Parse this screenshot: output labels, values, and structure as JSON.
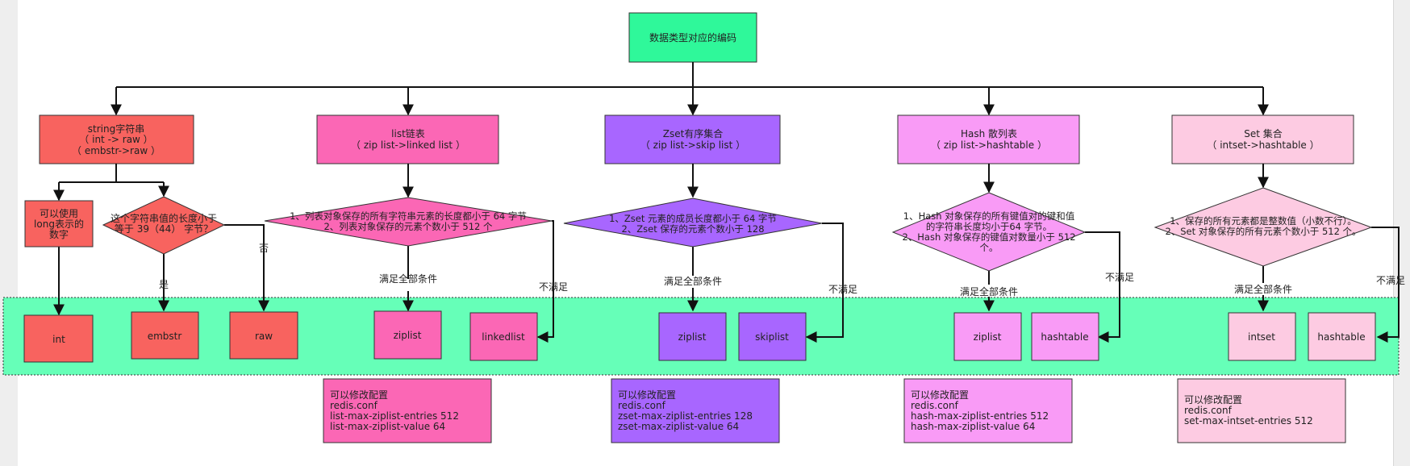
{
  "root": {
    "label": "数据类型对应的编码"
  },
  "types": [
    {
      "id": "string",
      "line1": "string字符串",
      "line2": "（ int -> raw ）",
      "line3": "（ embstr->raw ）",
      "color": "#f8635f"
    },
    {
      "id": "list",
      "line1": "list链表",
      "line2": "（ zip list->linked list ）",
      "color": "#fb67b5"
    },
    {
      "id": "zset",
      "line1": "Zset有序集合",
      "line2": "（ zip list->skip list ）",
      "color": "#a866ff"
    },
    {
      "id": "hash",
      "line1": "Hash 散列表",
      "line2": "（ zip list->hashtable ）",
      "color": "#f99bf6"
    },
    {
      "id": "set",
      "line1": "Set 集合",
      "line2": "（ intset->hashtable ）",
      "color": "#fdcbe2"
    }
  ],
  "string_branch": {
    "long_box": [
      "可以使用",
      "long表示的",
      "数字"
    ],
    "diamond": [
      "这个字符串值的长度小于",
      "等于 39（44） 字节？"
    ],
    "yes": "是",
    "no": "否"
  },
  "conditions": {
    "list": [
      "1、列表对象保存的所有字符串元素的长度都小于 64 字节",
      "2、列表对象保存的元素个数小于 512 个"
    ],
    "zset": [
      "1、Zset 元素的成员长度都小于 64 字节",
      "2、Zset 保存的元素个数小于 128"
    ],
    "hash": [
      "1、Hash 对象保存的所有键值对的键和值",
      "的字符串长度均小于64 字节。",
      "2、Hash 对象保存的键值对数量小于 512",
      "个。"
    ],
    "set": [
      "1、保存的所有元素都是整数值（小数不行）。",
      "2、Set 对象保存的所有元素个数小于 512 个。"
    ]
  },
  "edge_labels": {
    "all": "满足全部条件",
    "not": "不满足"
  },
  "encodings": {
    "int": "int",
    "embstr": "embstr",
    "raw": "raw",
    "list_zip": "ziplist",
    "list_linked": "linkedlist",
    "zset_zip": "ziplist",
    "zset_skip": "skiplist",
    "hash_zip": "ziplist",
    "hash_table": "hashtable",
    "set_int": "intset",
    "set_table": "hashtable"
  },
  "notes": {
    "list": [
      "可以修改配置",
      "redis.conf",
      "list-max-ziplist-entries 512",
      "list-max-ziplist-value 64"
    ],
    "zset": [
      "可以修改配置",
      "redis.conf",
      "zset-max-ziplist-entries 128",
      "zset-max-ziplist-value 64"
    ],
    "hash": [
      "可以修改配置",
      "redis.conf",
      "hash-max-ziplist-entries 512",
      "hash-max-ziplist-value 64"
    ],
    "set": [
      "可以修改配置",
      "redis.conf",
      "set-max-intset-entries 512"
    ]
  },
  "colors": {
    "root": "#2ff89a",
    "band": "#66ffb8",
    "line": "#111111",
    "string": "#f8635f",
    "list": "#fb67b5",
    "zset": "#a866ff",
    "hash": "#f99bf6",
    "set": "#fdcbe2"
  }
}
